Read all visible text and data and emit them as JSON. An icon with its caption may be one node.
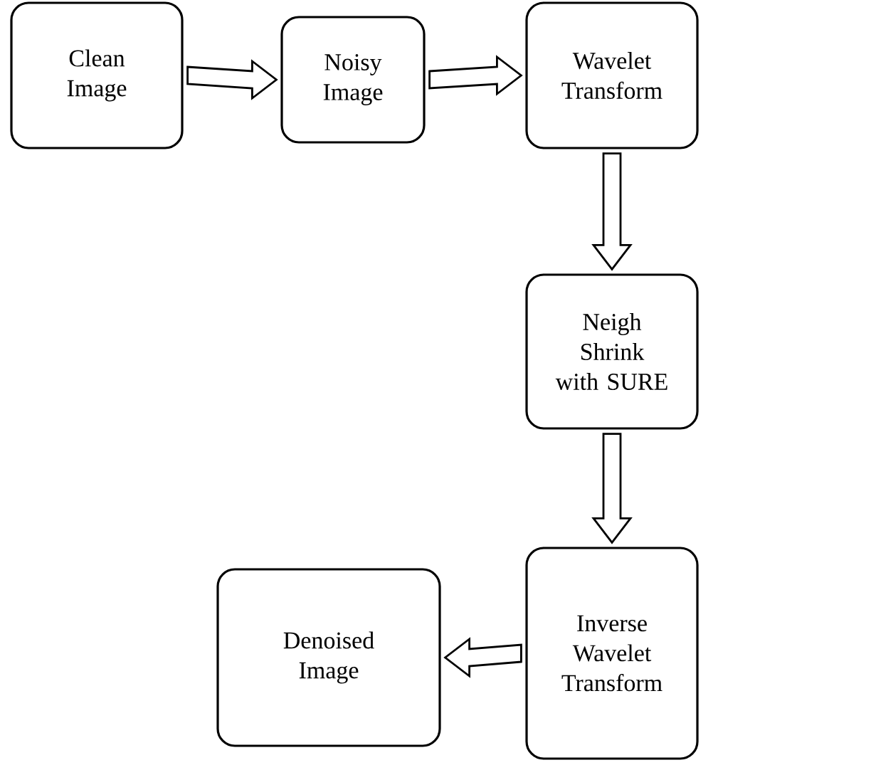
{
  "diagram": {
    "nodes": [
      {
        "text": [
          "Clean Image"
        ]
      },
      {
        "text": [
          "Noisy Image"
        ]
      },
      {
        "text": [
          "Wavelet Transform"
        ]
      },
      {
        "text": [
          "Neigh Shrink with SURE"
        ]
      },
      {
        "text": [
          "Inverse Wavelet Transform"
        ]
      },
      {
        "text": [
          "Denoised Image"
        ]
      }
    ],
    "edges": [
      {
        "from": 0,
        "to": 1,
        "arrow": "to"
      },
      {
        "from": 1,
        "to": 2,
        "arrow": "to"
      },
      {
        "from": 2,
        "to": 3,
        "arrow": "to"
      },
      {
        "from": 3,
        "to": 4,
        "arrow": "to"
      },
      {
        "from": 4,
        "to": 5,
        "arrow": "to"
      }
    ]
  }
}
